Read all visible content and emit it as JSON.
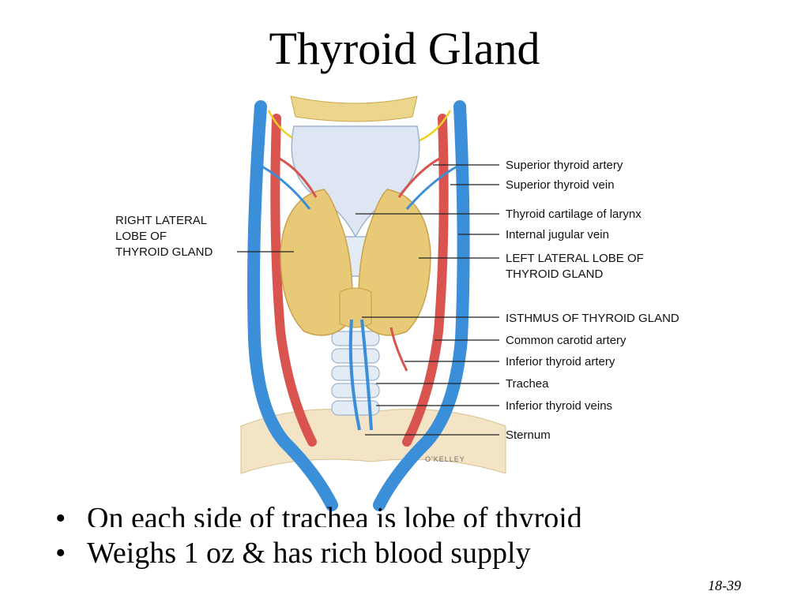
{
  "slide": {
    "title": "Thyroid Gland",
    "slide_number": "18-39",
    "artist_signature": "O'KELLEY"
  },
  "diagram": {
    "left_label": {
      "lines": [
        "RIGHT LATERAL",
        "LOBE OF",
        "THYROID GLAND"
      ]
    },
    "right_labels": [
      "Superior thyroid artery",
      "Superior thyroid vein",
      "Thyroid cartilage of larynx",
      "Internal jugular vein",
      "LEFT LATERAL LOBE OF",
      "THYROID GLAND",
      "ISTHMUS OF THYROID GLAND",
      "Common carotid artery",
      "Inferior thyroid artery",
      "Trachea",
      "Inferior thyroid veins",
      "Sternum"
    ],
    "colors": {
      "artery": "#d9534f",
      "vein": "#3b8fd9",
      "gland": "#e8c978",
      "cartilage": "#dde6f2",
      "nerve": "#f0d020",
      "bone": "#f2e4c4"
    }
  },
  "bullets": [
    "On each side of trachea is lobe of thyroid",
    "Weighs 1 oz & has rich blood supply"
  ],
  "bullet_marker": "•"
}
